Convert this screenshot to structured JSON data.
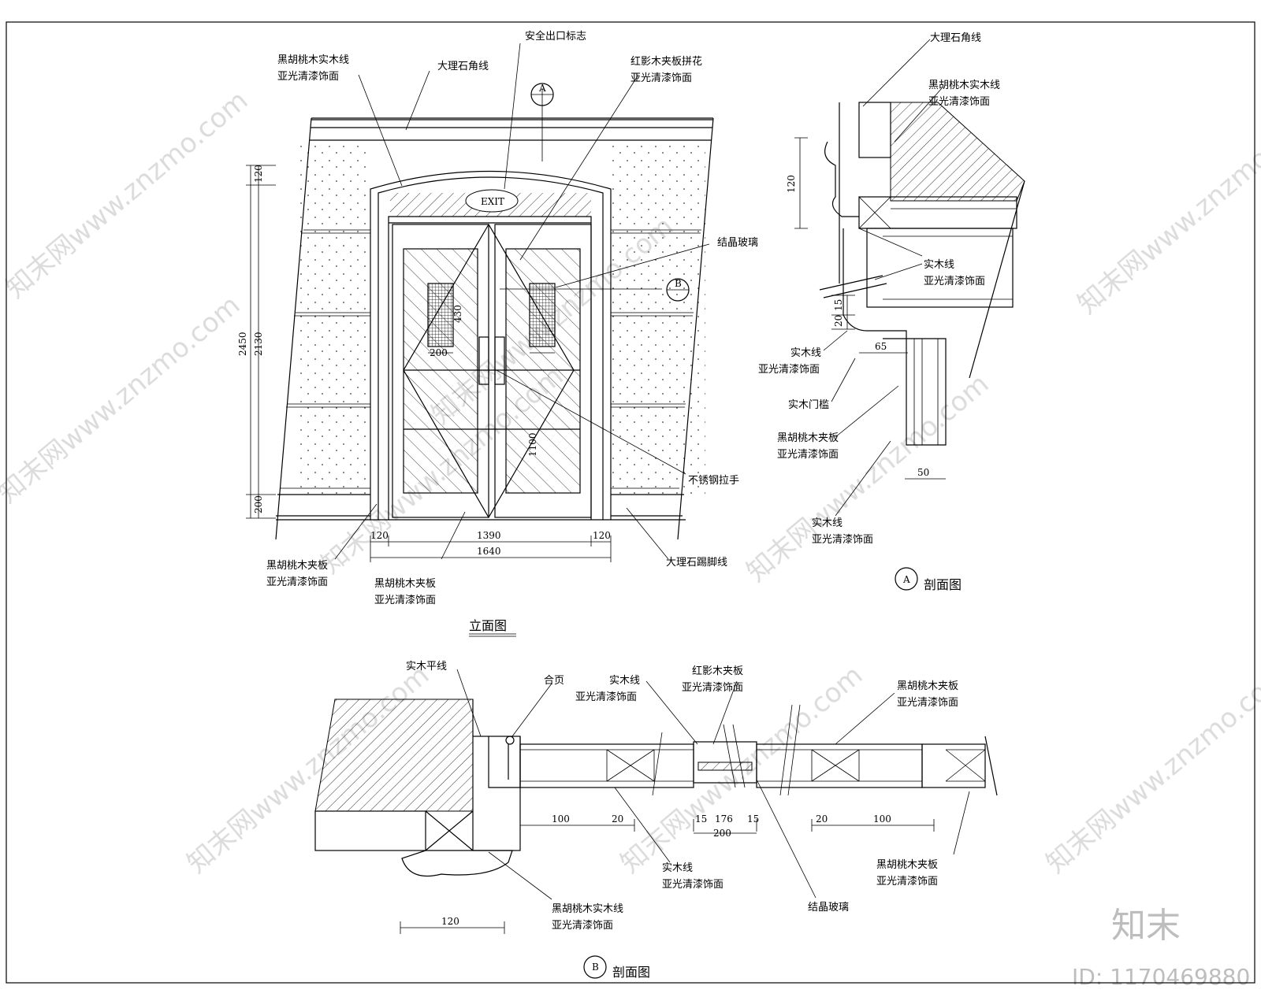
{
  "elevation": {
    "title": "立面图",
    "labels": {
      "exit_sign": "安全出口标志",
      "walnut_line_1": "黑胡桃木实木线",
      "walnut_line_2": "亚光清漆饰面",
      "marble_top_line": "大理石角线",
      "rosewood_1": "红影木夹板拼花",
      "rosewood_2": "亚光清漆饰面",
      "crystal_glass": "结晶玻璃",
      "steel_handle": "不锈钢拉手",
      "walnut_panel_l1": "黑胡桃木夹板",
      "walnut_panel_l2": "亚光清漆饰面",
      "walnut_panel_c1": "黑胡桃木夹板",
      "walnut_panel_c2": "亚光清漆饰面",
      "marble_skirting": "大理石踢脚线",
      "sign_text": "EXIT"
    },
    "dims": {
      "h_total": "2450",
      "h_door": "2130",
      "h_top": "120",
      "h_bottom": "200",
      "w_left": "120",
      "w_center": "1390",
      "w_right": "120",
      "w_total": "1640",
      "glass_w": "200",
      "glass_h": "430",
      "handle_h": "1100"
    },
    "markers": {
      "section_a": "A",
      "section_b": "B"
    }
  },
  "section_a": {
    "title": "剖面图",
    "marker": "A",
    "labels": {
      "marble_line": "大理石角线",
      "walnut_line_1": "黑胡桃木实木线",
      "walnut_line_2": "亚光清漆饰面",
      "solid_line_1": "实木线",
      "solid_line_2": "亚光清漆饰面",
      "solid_line_b1": "实木线",
      "solid_line_b2": "亚光清漆饰面",
      "door_frame": "实木门槛",
      "walnut_panel_1": "黑胡桃木夹板",
      "walnut_panel_2": "亚光清漆饰面",
      "solid_line_c1": "实木线",
      "solid_line_c2": "亚光清漆饰面"
    },
    "dims": {
      "h120": "120",
      "d20": "20",
      "d15": "15",
      "w65": "65",
      "w50": "50"
    }
  },
  "section_b": {
    "title": "剖面图",
    "marker": "B",
    "labels": {
      "flat_line": "实木平线",
      "hinge": "合页",
      "solid_line_1": "实木线",
      "solid_line_2": "亚光清漆饰面",
      "rosewood_1": "红影木夹板",
      "rosewood_2": "亚光清漆饰面",
      "walnut_r1": "黑胡桃木夹板",
      "walnut_r2": "亚光清漆饰面",
      "solid_line_b1": "实木线",
      "solid_line_b2": "亚光清漆饰面",
      "crystal_glass": "结晶玻璃",
      "walnut_line_1": "黑胡桃木实木线",
      "walnut_line_2": "亚光清漆饰面",
      "walnut_b1": "黑胡桃木夹板",
      "walnut_b2": "亚光清漆饰面"
    },
    "dims": {
      "d100a": "100",
      "d20a": "20",
      "d15a": "15",
      "d176": "176",
      "d15b": "15",
      "d200": "200",
      "d20b": "20",
      "d100b": "100",
      "d120": "120"
    }
  },
  "watermark": {
    "site": "知末网www.znzmo.com",
    "brand": "知末",
    "id": "ID: 1170469880"
  }
}
